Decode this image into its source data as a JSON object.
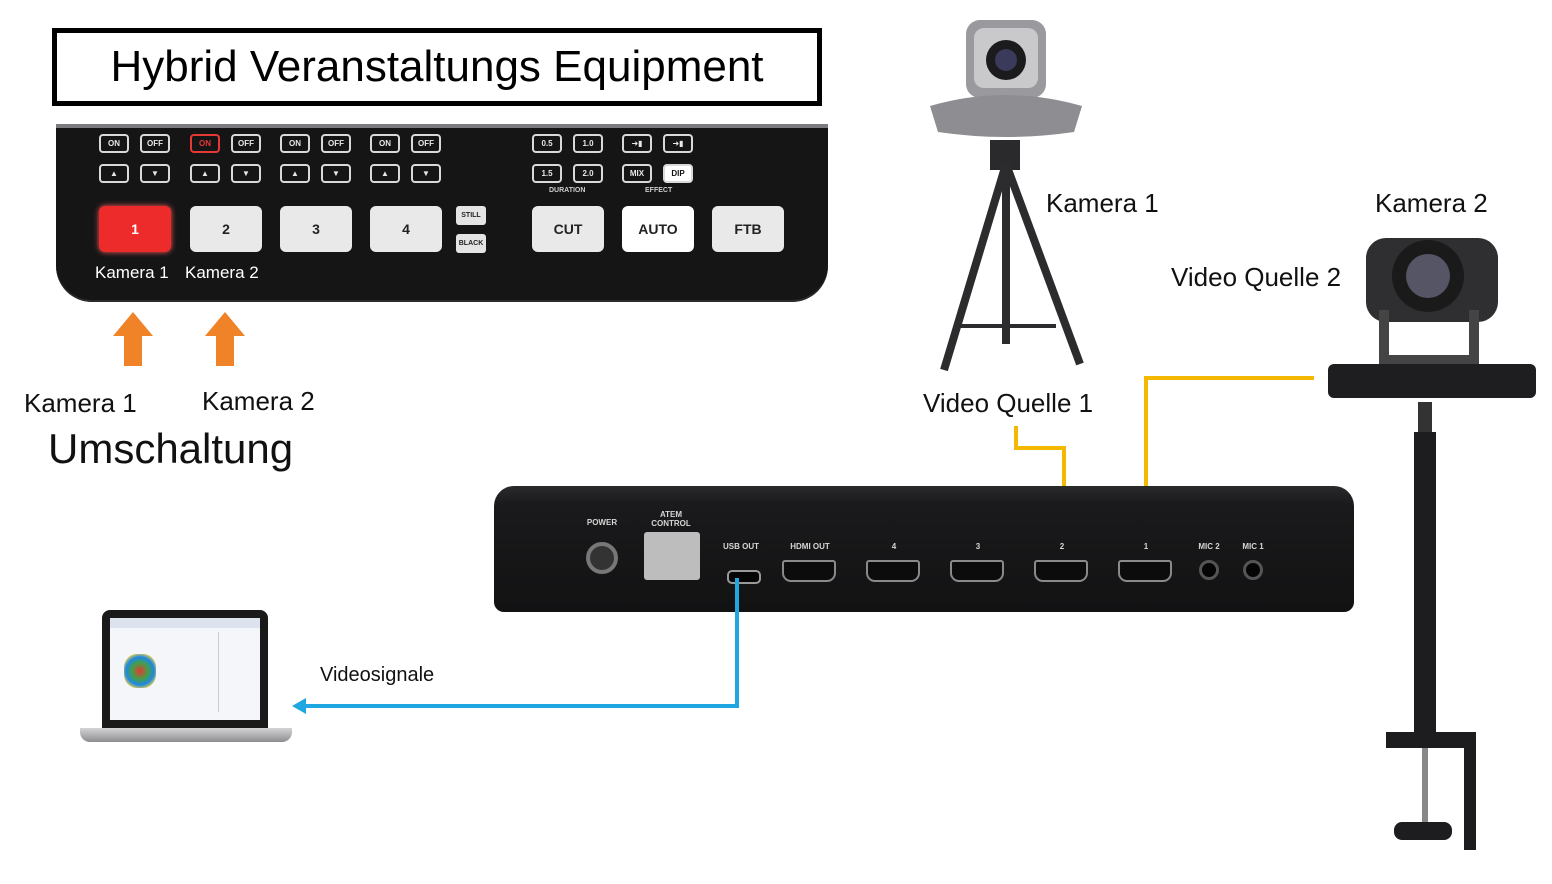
{
  "title": "Hybrid Veranstaltungs Equipment",
  "control_panel": {
    "key_rows": [
      {
        "on": "ON",
        "off": "OFF"
      },
      {
        "on": "ON",
        "off": "OFF"
      },
      {
        "on": "ON",
        "off": "OFF"
      },
      {
        "on": "ON",
        "off": "OFF"
      }
    ],
    "inputs": [
      "1",
      "2",
      "3",
      "4"
    ],
    "still": "STILL",
    "black": "BLACK",
    "durations": [
      "0.5",
      "1.0",
      "1.5",
      "2.0"
    ],
    "duration_label": "DURATION",
    "effect_label": "EFFECT",
    "mix": "MIX",
    "dip": "DIP",
    "cut": "CUT",
    "auto": "AUTO",
    "ftb": "FTB",
    "btn1_caption": "Kamera 1",
    "btn2_caption": "Kamera 2"
  },
  "labels": {
    "arrow1": "Kamera 1",
    "arrow2": "Kamera 2",
    "switching": "Umschaltung",
    "cam1": "Kamera 1",
    "cam2": "Kamera 2",
    "source1": "Video Quelle 1",
    "source2": "Video Quelle 2",
    "videosignals": "Videosignale"
  },
  "mixer_ports": {
    "power": "POWER",
    "atem": "ATEM CONTROL",
    "usb": "USB OUT",
    "hdmi_out": "HDMI OUT",
    "in4": "4",
    "in3": "3",
    "in2": "2",
    "in1": "1",
    "mic2": "MIC 2",
    "mic1": "MIC 1"
  },
  "colors": {
    "accent_arrow": "#f08228",
    "source_line": "#f5b800",
    "signal_line": "#1ea7e1",
    "active_button": "#ee2b2b"
  }
}
